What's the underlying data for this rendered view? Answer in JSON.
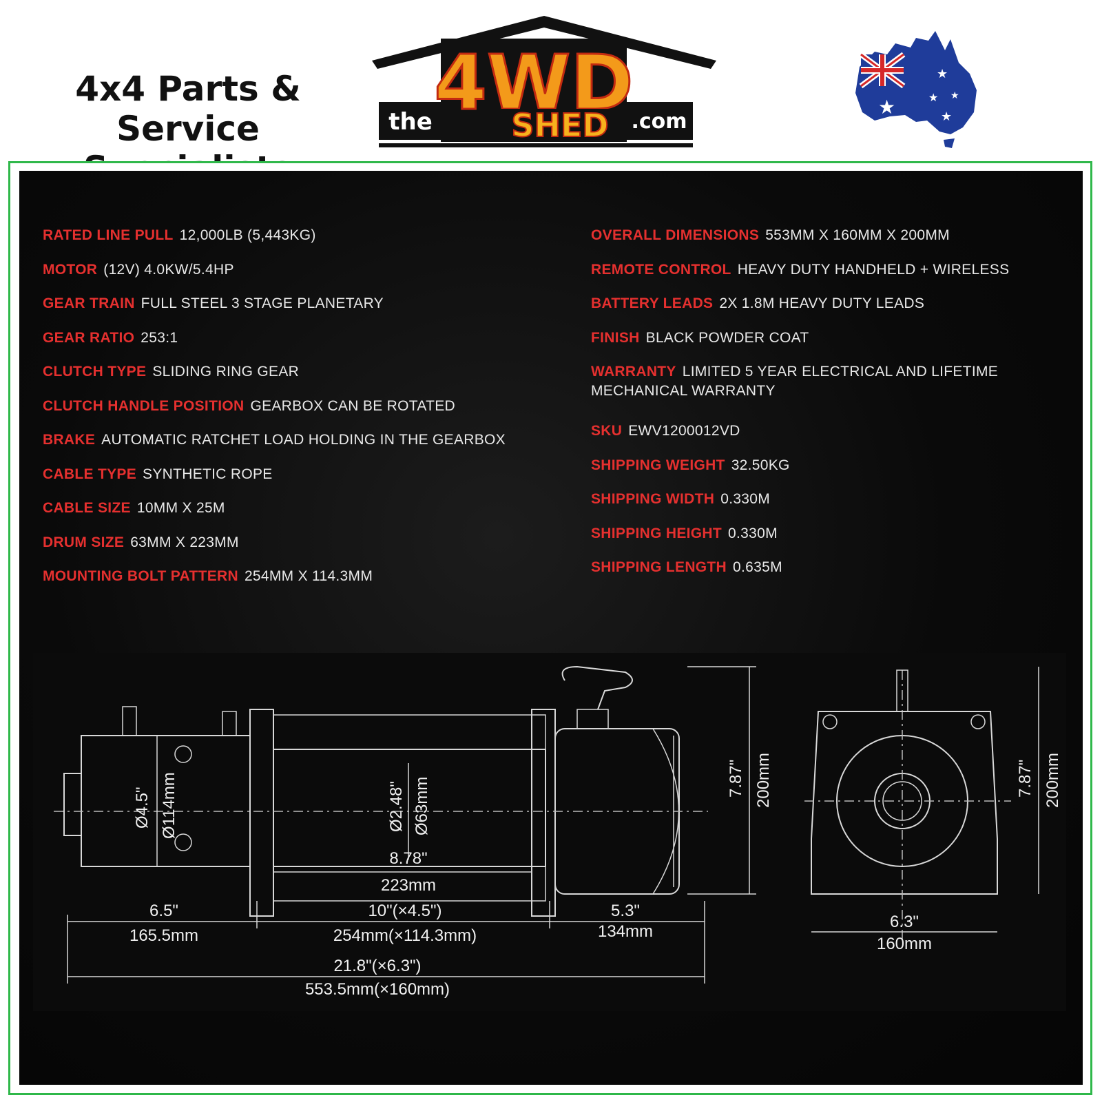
{
  "header": {
    "tagline_line1": "4x4 Parts & Service",
    "tagline_line2": "Specialists",
    "logo": {
      "prefix": "the",
      "big": "4WD",
      "word": "SHED",
      "suffix": ".com"
    }
  },
  "specs_left": [
    {
      "label": "RATED LINE PULL",
      "value": "12,000LB (5,443KG)"
    },
    {
      "label": "MOTOR",
      "value": "(12V) 4.0KW/5.4HP"
    },
    {
      "label": "GEAR TRAIN",
      "value": "FULL STEEL 3 STAGE PLANETARY"
    },
    {
      "label": "GEAR RATIO",
      "value": "253:1"
    },
    {
      "label": "CLUTCH TYPE",
      "value": "SLIDING RING GEAR"
    },
    {
      "label": "CLUTCH HANDLE POSITION",
      "value": "GEARBOX CAN BE ROTATED"
    },
    {
      "label": "BRAKE",
      "value": "AUTOMATIC RATCHET LOAD HOLDING IN THE GEARBOX"
    },
    {
      "label": "CABLE TYPE",
      "value": "SYNTHETIC ROPE"
    },
    {
      "label": "CABLE SIZE",
      "value": "10MM X 25M"
    },
    {
      "label": "DRUM SIZE",
      "value": "63MM X 223MM"
    },
    {
      "label": "MOUNTING BOLT PATTERN",
      "value": "254MM X 114.3MM"
    }
  ],
  "specs_right": [
    {
      "label": "OVERALL DIMENSIONS",
      "value": "553MM X 160MM X 200MM"
    },
    {
      "label": "REMOTE CONTROL",
      "value": "HEAVY DUTY HANDHELD + WIRELESS"
    },
    {
      "label": "BATTERY LEADS",
      "value": "2X 1.8M HEAVY DUTY LEADS"
    },
    {
      "label": "FINISH",
      "value": "BLACK POWDER COAT"
    },
    {
      "label": "WARRANTY",
      "value": "LIMITED 5 YEAR ELECTRICAL AND LIFETIME MECHANICAL WARRANTY"
    },
    {
      "label": "SKU",
      "value": "EWV1200012VD"
    },
    {
      "label": "SHIPPING WEIGHT",
      "value": "32.50KG"
    },
    {
      "label": "SHIPPING WIDTH",
      "value": "0.330M"
    },
    {
      "label": "SHIPPING HEIGHT",
      "value": "0.330M"
    },
    {
      "label": "SHIPPING LENGTH",
      "value": "0.635M"
    }
  ],
  "drawing": {
    "motor_dia_in": "Ø4.5\"",
    "motor_dia_mm": "Ø114mm",
    "drum_dia_in": "Ø2.48\"",
    "drum_dia_mm": "Ø63mm",
    "drum_len_in": "8.78\"",
    "drum_len_mm": "223mm",
    "motor_len_in": "6.5\"",
    "motor_len_mm": "165.5mm",
    "bolt_in": "10\"(×4.5\")",
    "bolt_mm": "254mm(×114.3mm)",
    "gear_len_in": "5.3\"",
    "gear_len_mm": "134mm",
    "total_in": "21.8\"(×6.3\")",
    "total_mm": "553.5mm(×160mm)",
    "height_in": "7.87\"",
    "height_mm": "200mm",
    "end_height_in": "7.87\"",
    "end_height_mm": "200mm",
    "end_width_in": "6.3\"",
    "end_width_mm": "160mm"
  },
  "colors": {
    "accent_red": "#e5302f",
    "frame_green": "#2fb84a",
    "logo_orange": "#f39a1a"
  }
}
